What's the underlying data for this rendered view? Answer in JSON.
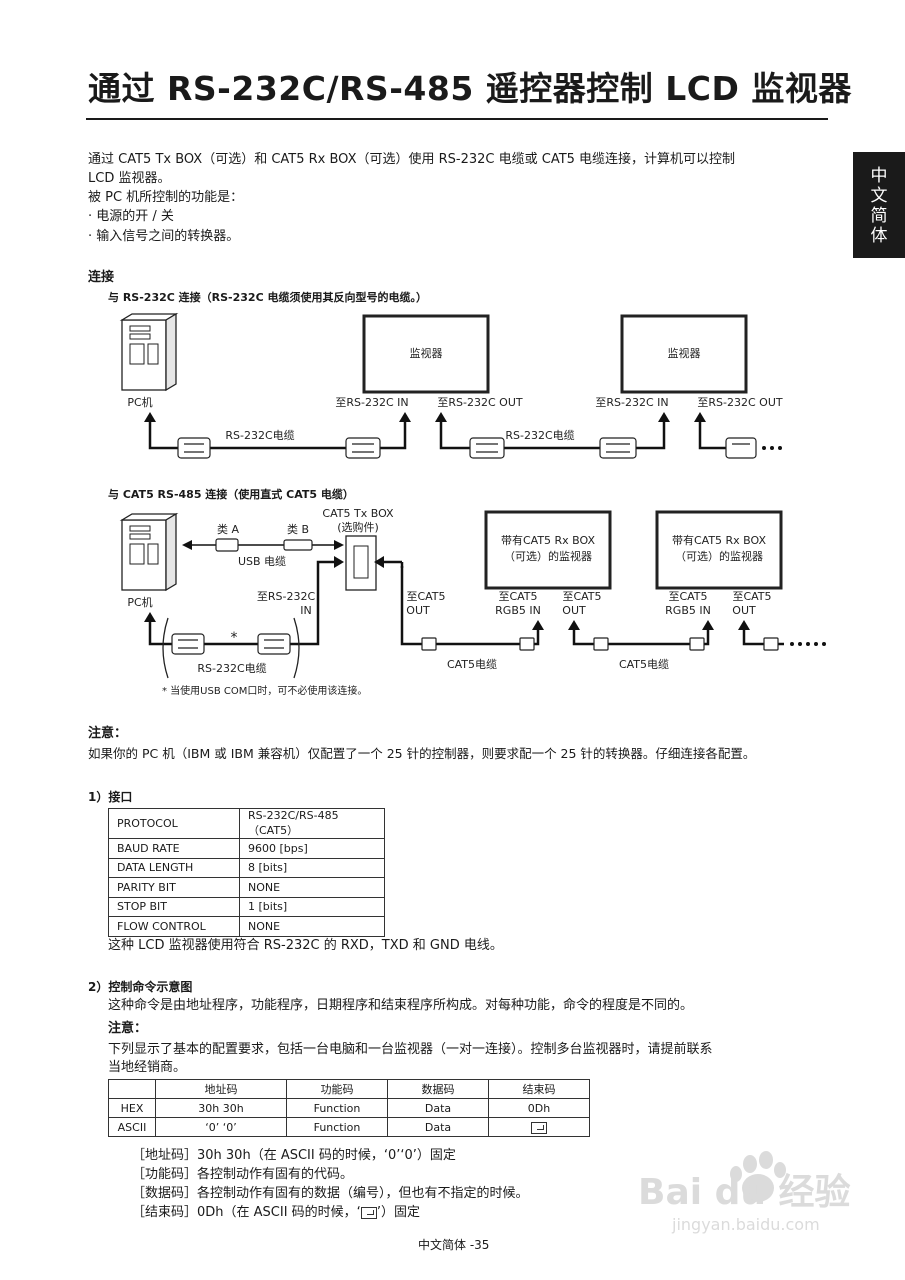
{
  "title": "通过 RS-232C/RS-485 遥控器控制 LCD 监视器",
  "side_tab": "中文简体",
  "intro": {
    "line1": "通过 CAT5 Tx BOX（可选）和 CAT5 Rx BOX（可选）使用 RS-232C 电缆或 CAT5 电缆连接，计算机可以控制",
    "line2": "LCD 监视器。",
    "line3": "被 PC 机所控制的功能是：",
    "bullet1": "·  电源的开 / 关",
    "bullet2": "·  输入信号之间的转换器。"
  },
  "connection": {
    "heading": "连接",
    "sub1": "与 RS-232C 连接（RS-232C 电缆须使用其反向型号的电缆。）",
    "sub2": "与 CAT5 RS-485 连接（使用直式 CAT5 电缆）"
  },
  "diagram1": {
    "pc_label": "PC机",
    "monitor_label": "监视器",
    "monitor2_label": "监视器",
    "in_label1": "至RS-232C IN",
    "out_label1": "至RS-232C OUT",
    "in_label2": "至RS-232C IN",
    "out_label2": "至RS-232C OUT",
    "cable_label1": "RS-232C电缆",
    "cable_label2": "RS-232C电缆"
  },
  "diagram2": {
    "pc_label": "PC机",
    "type_a": "类 A",
    "type_b": "类 B",
    "usb_label": "USB 电缆",
    "txbox_line1": "CAT5 Tx BOX",
    "txbox_line2": "(选购件)",
    "rs232_in_line1": "至RS-232C",
    "rs232_in_line2": "IN",
    "cat5_out_line1": "至CAT5",
    "cat5_out_line2": "OUT",
    "monitor_line1": "带有CAT5 Rx BOX",
    "monitor_line2": "（可选）的监视器",
    "monitor2_line1": "带有CAT5 Rx BOX",
    "monitor2_line2": "（可选）的监视器",
    "rgb_in1_line1": "至CAT5",
    "rgb_in1_line2": "RGB5  IN",
    "out1_line1": "至CAT5",
    "out1_line2": "OUT",
    "rgb_in2_line1": "至CAT5",
    "rgb_in2_line2": "RGB5  IN",
    "out2_line1": "至CAT5",
    "out2_line2": "OUT",
    "cat5_cable1": "CAT5电缆",
    "cat5_cable2": "CAT5电缆",
    "rs232_cable": "RS-232C电缆",
    "asterisk": "*",
    "footnote": "* 当使用USB COM口时，可不必使用该连接。"
  },
  "note1": {
    "heading": "注意：",
    "text": "如果你的 PC 机（IBM 或 IBM 兼容机）仅配置了一个 25 针的控制器，则要求配一个 25 针的转换器。仔细连接各配置。"
  },
  "section1": {
    "heading": "1）接口",
    "rows": [
      {
        "key": "PROTOCOL",
        "value": "RS-232C/RS-485（CAT5）"
      },
      {
        "key": "BAUD RATE",
        "value": "9600 [bps]"
      },
      {
        "key": "DATA LENGTH",
        "value": "8 [bits]"
      },
      {
        "key": "PARITY BIT",
        "value": "NONE"
      },
      {
        "key": "STOP BIT",
        "value": "1 [bits]"
      },
      {
        "key": "FLOW CONTROL",
        "value": "NONE"
      }
    ],
    "after": "这种 LCD 监视器使用符合 RS-232C 的 RXD，TXD 和 GND 电线。"
  },
  "section2": {
    "heading": "2）控制命令示意图",
    "desc": "这种命令是由地址程序，功能程序，日期程序和结束程序所构成。对每种功能，命令的程度是不同的。",
    "note_heading": "注意：",
    "note_line1": "下列显示了基本的配置要求，包括一台电脑和一台监视器（一对一连接）。控制多台监视器时，请提前联系",
    "note_line2": "当地经销商。",
    "table": {
      "headers": [
        "",
        "地址码",
        "功能码",
        "数据码",
        "结束码"
      ],
      "rows": [
        [
          "HEX",
          "30h 30h",
          "Function",
          "Data",
          "0Dh"
        ],
        [
          "ASCII",
          "‘0’ ‘0’",
          "Function",
          "Data",
          ""
        ]
      ]
    },
    "explain": [
      "［地址码］30h  30h（在 ASCII 码的时候，‘0’‘0’）固定",
      "［功能码］各控制动作有固有的代码。",
      "［数据码］各控制动作有固有的数据（编号），但也有不指定的时候。",
      "［结束码］0Dh（在 ASCII 码的时候，‘",
      "’）固定"
    ]
  },
  "footer": "中文简体 -35",
  "watermark": {
    "brand": "Bai du 经验",
    "url": "jingyan.baidu.com"
  }
}
